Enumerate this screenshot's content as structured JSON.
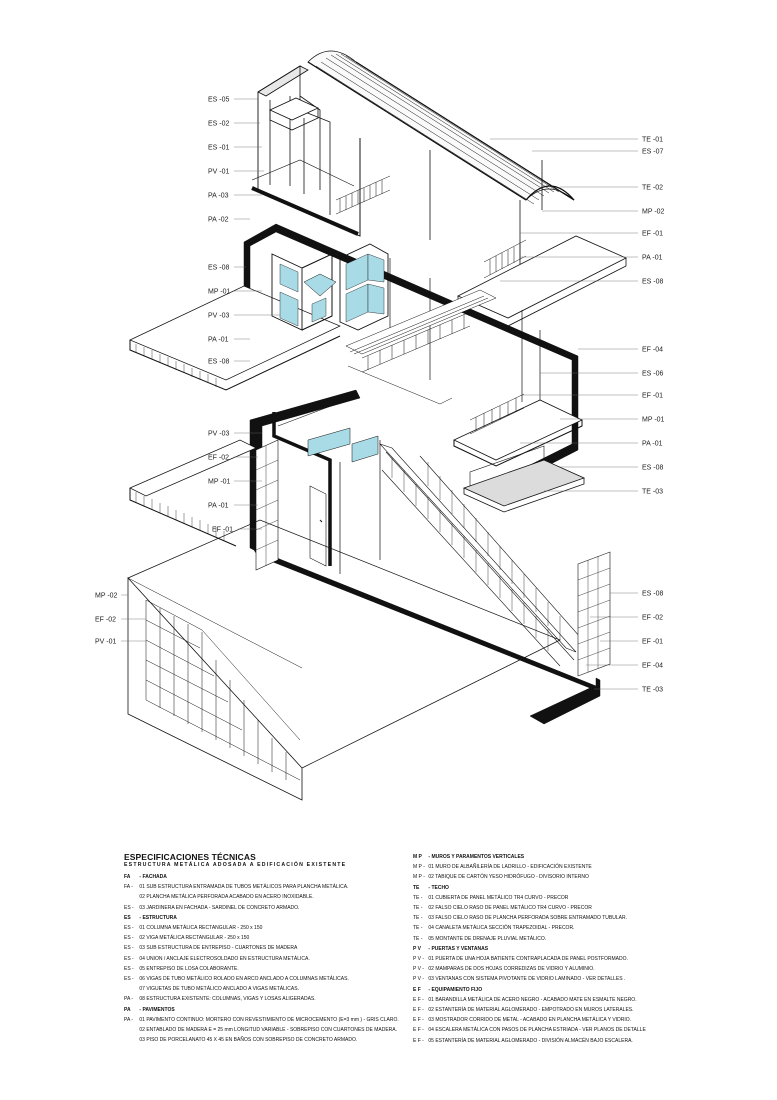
{
  "diagram": {
    "left_labels": [
      "ES -05",
      "ES -02",
      "ES -01",
      "PV -01",
      "PA -03",
      "PA -02",
      "ES -08",
      "MP -01",
      "PV -03",
      "PA -01",
      "ES -08",
      "PV -03",
      "EF -02",
      "MP -01",
      "PA -01",
      "EF -01",
      "MP -02",
      "EF -02",
      "PV -01"
    ],
    "right_labels": [
      "TE -01",
      "ES -07",
      "TE -02",
      "MP -02",
      "EF -01",
      "PA -01",
      "ES -08",
      "EF -04",
      "ES -06",
      "EF -01",
      "MP -01",
      "PA -01",
      "ES -08",
      "TE -03",
      "ES -08",
      "EF -02",
      "EF -01",
      "EF -04",
      "TE -03"
    ],
    "colors": {
      "line": "#111111",
      "glass": "#a9dbe6",
      "paper": "#ffffff"
    }
  },
  "specs": {
    "title": "ESPECIFICACIONES TÉCNICAS",
    "subtitle": "ESTRUCTURA METÁLICA ADOSADA A EDIFICACIÓN EXISTENTE",
    "left": [
      {
        "code": "FA",
        "text": "- FACHADA",
        "head": true
      },
      {
        "code": "FA -",
        "text": "01  SUB ESTRUCTURA ENTRAMADA DE TUBOS METÁLICOS PARA PLANCHA METÁLICA.",
        "head": false
      },
      {
        "code": "",
        "text": "02 PLANCHA METÁLICA PERFORADA ACABADO EN ACERO INOXIDABLE.",
        "head": false
      },
      {
        "code": "ES -",
        "text": "03  JARDINERA EN FACHADA - SARDINEL DE CONCRETO ARMADO.",
        "head": false
      },
      {
        "code": "ES",
        "text": "- ESTRUCTURA",
        "head": true
      },
      {
        "code": "ES -",
        "text": "01  COLUMNA METÁLICA RECTANGULAR  -  250 x 150",
        "head": false
      },
      {
        "code": "ES -",
        "text": "02  VIGA METÁLICA RECTANGULAR  -  250 x 150",
        "head": false
      },
      {
        "code": "ES -",
        "text": "03  SUB ESTRUCTURA DE ENTREPISO - CUARTONES DE MADERA",
        "head": false
      },
      {
        "code": "ES -",
        "text": "04  UNION / ANCLAJE ELECTROSOLDADO EN ESTRUCTURA METÁLICA.",
        "head": false
      },
      {
        "code": "ES -",
        "text": "05  ENTREPISO DE LOSA COLABORANTE.",
        "head": false
      },
      {
        "code": "ES -",
        "text": "06  VIGAS DE TUBO METÁLICO ROLADO EN ARCO ANCLADO A COLUMNAS METÁLICAS.",
        "head": false
      },
      {
        "code": "",
        "text": "07  VIGUETAS DE TUBO METÁLICO ANCLADO A VIGAS METÁLICAS.",
        "head": false
      },
      {
        "code": "PA -",
        "text": "08  ESTRUCTURA EXISTENTE: COLUMNAS, VIGAS Y LOSAS ALIGERADAS.",
        "head": false
      },
      {
        "code": "PA",
        "text": "- PAVIMENTOS",
        "head": true
      },
      {
        "code": "PA -",
        "text": "01  PAVIMENTO CONTINUO: MORTERO CON REVESTIMIENTO DE MICROCEMENTO (E=3 mm )  -  GRIS CLARO.",
        "head": false
      },
      {
        "code": "",
        "text": "02  ENTABLADO DE MADERA  E = 25 mm  LONGITUD VARIABLE - SOBREPISO  CON CUARTONES DE MADERA.",
        "head": false
      },
      {
        "code": "",
        "text": "03  PISO DE PORCELANATO 45 X 45 EN BAÑOS CON SOBREPISO DE CONCRETO ARMADO.",
        "head": false
      }
    ],
    "right": [
      {
        "code": "M P",
        "text": "-  MUROS Y PARAMENTOS VERTICALES",
        "head": true
      },
      {
        "code": "M P -",
        "text": "01  MURO DE ALBAÑILERÍA DE LADRILLO - EDIFICACIÓN EXISTENTE",
        "head": false
      },
      {
        "code": "M P -",
        "text": "02  TABIQUE DE CARTÓN YESO HIDRÓFUGO - DIVISORIO INTERNO",
        "head": false
      },
      {
        "code": "TE",
        "text": "-  TECHO",
        "head": true
      },
      {
        "code": "TE -",
        "text": "01  CUBIERTA DE PANEL METÁLICO TR4 CURVO - PRECOR",
        "head": false
      },
      {
        "code": "TE -",
        "text": "02  FALSO  CIELO  RASO  DE  PANEL METÁLICO TR4 CURVO - PRECOR",
        "head": false
      },
      {
        "code": "TE -",
        "text": "03  FALSO CIELO RASO DE PLANCHA PERFORADA SOBRE ENTRAMADO TUBULAR.",
        "head": false
      },
      {
        "code": "TE -",
        "text": "04  CANALETA METÁLICA SECCIÓN TRAPEZOIDAL - PRECOR.",
        "head": false
      },
      {
        "code": "TE -",
        "text": "05  MONTANTE DE DRENAJE PLUVIAL METÁLICO.",
        "head": false
      },
      {
        "code": "P V",
        "text": "-  PUERTAS Y VENTANAS",
        "head": true
      },
      {
        "code": "P V -",
        "text": "01  PUERTA DE UNA HOJA BATIENTE CONTRAPLACADA DE PANEL POSTFORMADO.",
        "head": false
      },
      {
        "code": "P V -",
        "text": "02  MAMPARAS DE DOS HOJAS CORREDIZAS DE VIDRIO Y ALUMINIO.",
        "head": false
      },
      {
        "code": "P V -",
        "text": "03  VENTANAS CON SISTEMA PIVOTANTE DE VIDRIO  LAMINADO - VER DETALLES .",
        "head": false
      },
      {
        "code": "E F",
        "text": "-  EQUIPAMIENTO FIJO",
        "head": true
      },
      {
        "code": "E F -",
        "text": "01  BARANDILLA METÁLICA DE ACERO NEGRO - ACABADO MATE EN ESMALTE NEGRO.",
        "head": false
      },
      {
        "code": "E F -",
        "text": "02  ESTANTERÍA DE MATERIAL AGLOMERADO - EMPOTRADO EN MUROS LATERALES.",
        "head": false
      },
      {
        "code": "E F -",
        "text": "03  MOSTRADOR CORRIDO DE METAL - ACABADO EN PLANCHA METÁLICA Y VIDRIO.",
        "head": false
      },
      {
        "code": "E F -",
        "text": "04  ESCALERA METÁLICA CON PASOS DE PLANCHA ESTRIADA - VER PLANOS DE DETALLE",
        "head": false
      },
      {
        "code": "E F -",
        "text": "05  ESTANTERÍA DE MATERIAL AGLOMERADO - DIVISIÓN ALMACÉN BAJO ESCALERA.",
        "head": false
      }
    ]
  }
}
